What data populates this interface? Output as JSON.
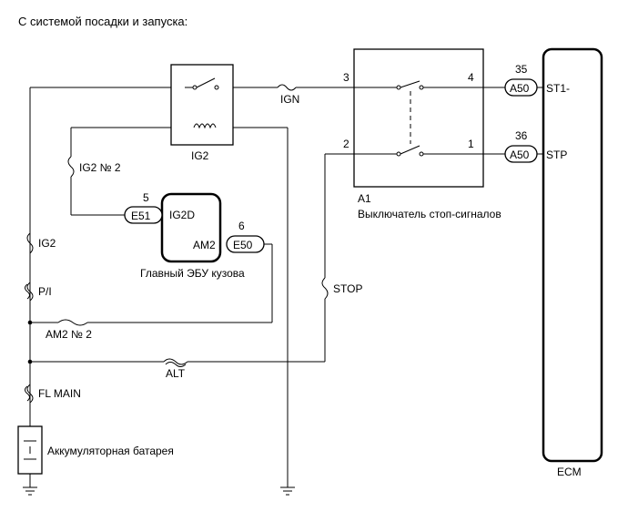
{
  "heading": "С системой посадки и запуска:",
  "relay": {
    "label": "IG2"
  },
  "fuses": {
    "ign": "IGN",
    "ig2_no2": "IG2 № 2",
    "ig2": "IG2",
    "pi": "P/I",
    "am2_no2": "AM2 № 2",
    "stop": "STOP",
    "alt": "ALT",
    "fl_main": "FL MAIN"
  },
  "stop_switch": {
    "id": "A1",
    "name": "Выключатель стоп-сигналов",
    "pins": [
      "3",
      "4",
      "2",
      "1"
    ]
  },
  "body_ecu": {
    "name": "Главный ЭБУ кузова",
    "pin_ig2d": "IG2D",
    "pin_am2": "AM2",
    "conn_e51": "E51",
    "conn_e50": "E50",
    "num_5": "5",
    "num_6": "6"
  },
  "ecm": {
    "label": "ECM",
    "st1_pin": "ST1-",
    "stp_pin": "STP",
    "conn_a50_top": "A50",
    "conn_a50_bot": "A50",
    "num_35": "35",
    "num_36": "36"
  },
  "battery": {
    "label": "Аккумуляторная батарея"
  }
}
